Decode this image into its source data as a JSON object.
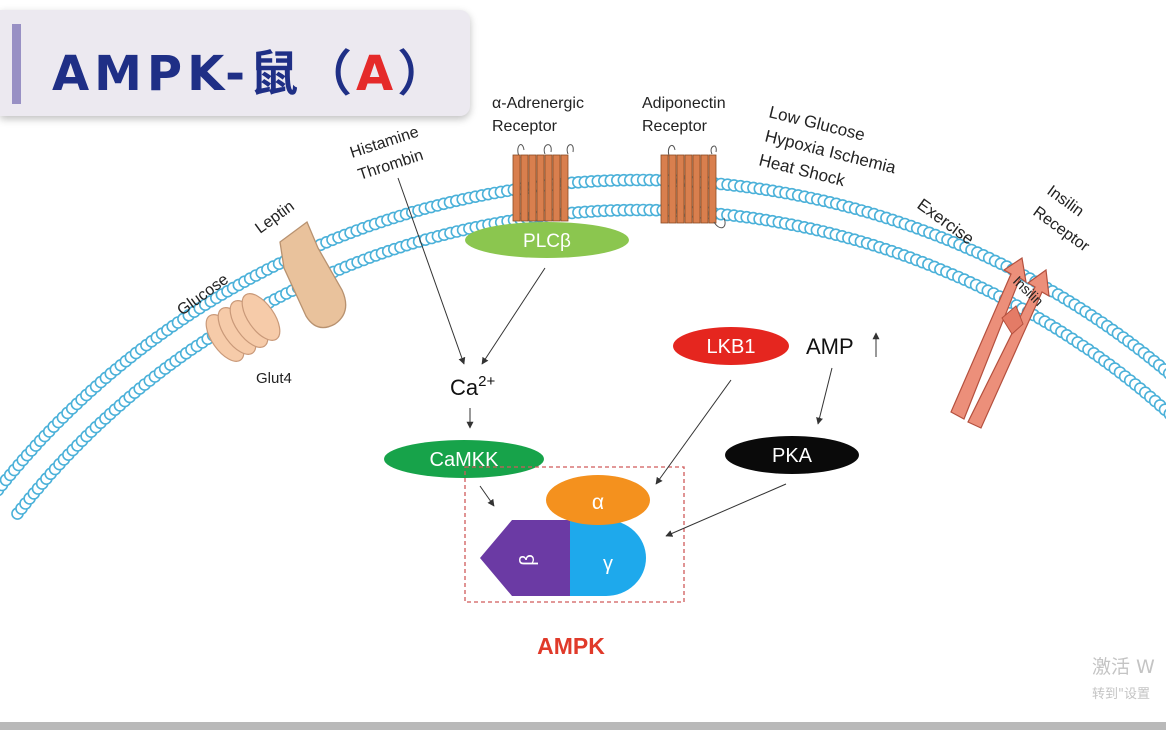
{
  "header": {
    "title_prefix": "AMPK-鼠（",
    "title_letter": "A",
    "title_suffix": "）"
  },
  "labels": {
    "glucose": "Glucose",
    "leptin": "Leptin",
    "glut4": "Glut4",
    "histamine": "Histamine",
    "thrombin": "Thrombin",
    "alpha_adrenergic": "α-Adrenergic",
    "alpha_adrenergic_2": "Receptor",
    "adiponectin": "Adiponectin",
    "adiponectin_2": "Receptor",
    "low_glucose": "Low Glucose",
    "hypoxia": "Hypoxia Ischemia",
    "heat_shock": "Heat Shock",
    "exercise": "Exercise",
    "insulin_receptor_1": "Insilin",
    "insulin_receptor_2": "Receptor",
    "insulin": "Insilin",
    "plcb": "PLCβ",
    "ca": "Ca",
    "ca_sup": "2+",
    "camkk": "CaMKK",
    "lkb1": "LKB1",
    "amp": "AMP",
    "pka": "PKA",
    "alpha": "α",
    "beta": "β",
    "gamma": "γ",
    "ampk": "AMPK"
  },
  "colors": {
    "membrane": "#4bb1d9",
    "receptor": "#d97f4e",
    "plcb": "#8bc64f",
    "camkk": "#17a34a",
    "lkb1": "#e5261f",
    "pka": "#0a0a0a",
    "alpha": "#f4911e",
    "beta": "#6b3aa4",
    "gamma": "#1ea9ec",
    "ampk": "#e03a2a",
    "title": "#1f2f86"
  },
  "watermark": {
    "line1": "激活 W",
    "line2": "转到\"设置"
  }
}
